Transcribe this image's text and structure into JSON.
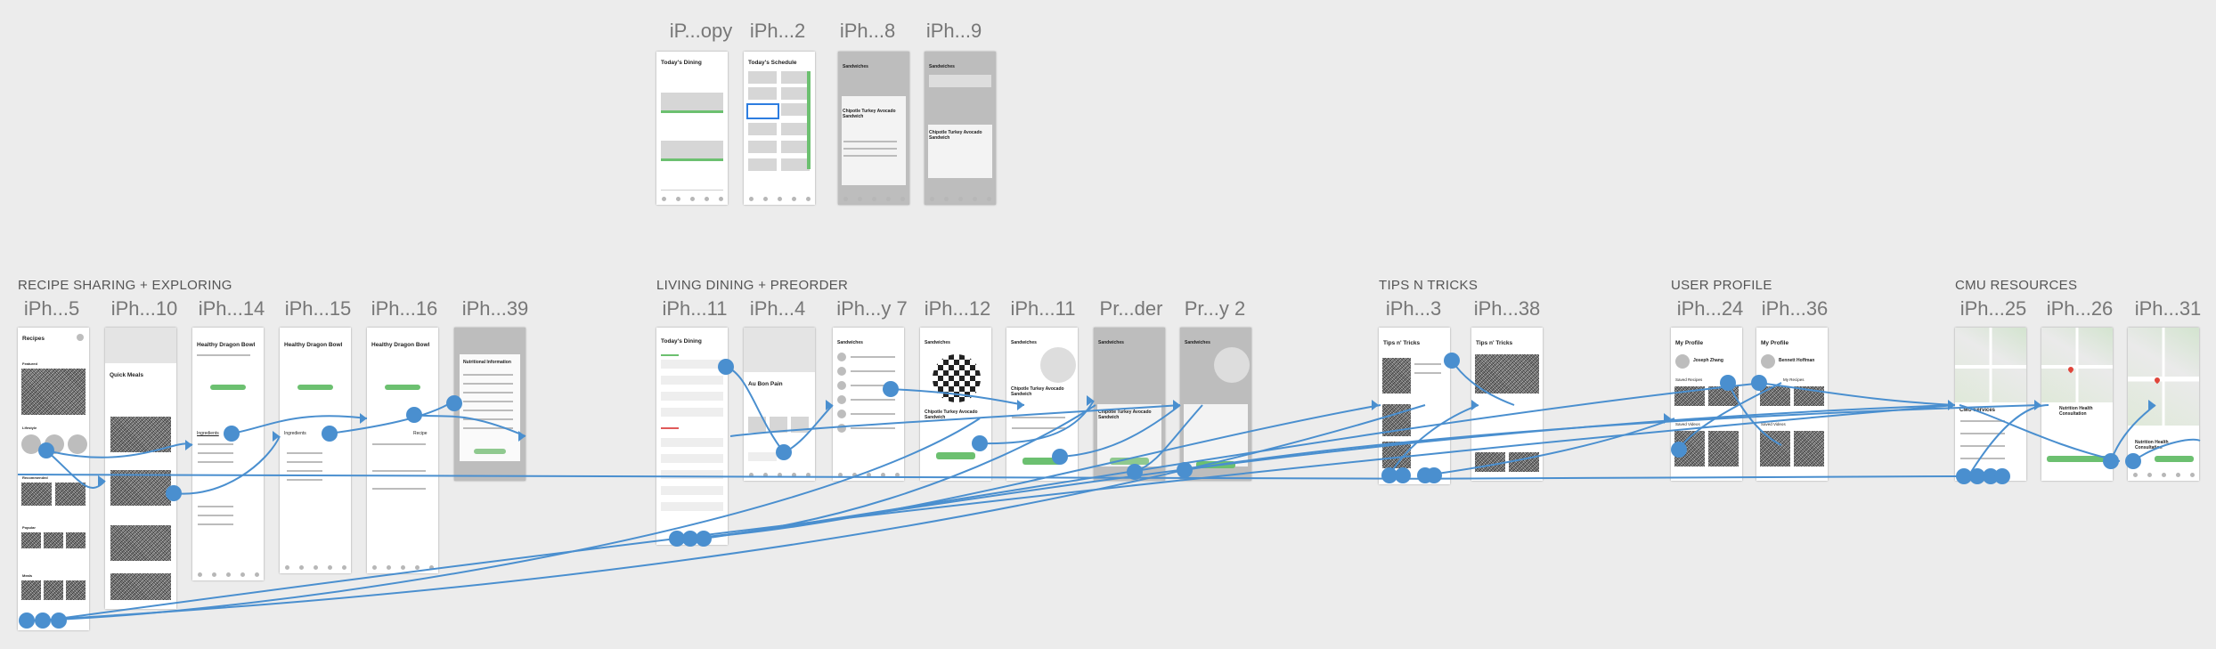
{
  "sections": {
    "recipe": "RECIPE SHARING + EXPLORING",
    "living": "LIVING DINING + PREORDER",
    "tips": "TIPS N TRICKS",
    "profile": "USER PROFILE",
    "cmu": "CMU RESOURCES"
  },
  "top_frames": [
    "iP...opy",
    "iPh...2",
    "iPh...8",
    "iPh...9"
  ],
  "recipe_frames": [
    "iPh...5",
    "iPh...10",
    "iPh...14",
    "iPh...15",
    "iPh...16",
    "iPh...39"
  ],
  "living_frames": [
    "iPh...11",
    "iPh...4",
    "iPh...y 7",
    "iPh...12",
    "iPh...11",
    "Pr...der",
    "Pr...y 2"
  ],
  "tips_frames": [
    "iPh...3",
    "iPh...38"
  ],
  "profile_frames": [
    "iPh...24",
    "iPh...36"
  ],
  "cmu_frames": [
    "iPh...25",
    "iPh...26",
    "iPh...31"
  ],
  "screens": {
    "todays_dining": "Today's Dining",
    "todays_schedule": "Today's Schedule",
    "au_bon_pain": "Au Bon Pain",
    "sandwiches": "Sandwiches",
    "chipotle": "Chipotle Turkey Avocado Sandwich",
    "recipes": "Recipes",
    "featured": "Featured",
    "lifestyle": "Lifestyle",
    "recommended": "Recommended",
    "popular": "Popular",
    "meals": "Meals",
    "quick_meals": "Quick Meals",
    "healthy_dragon_bowl": "Healthy Dragon Bowl",
    "ingredients": "Ingredients",
    "recipe_tab": "Recipe",
    "nutritional_information": "Nutritional Information",
    "tips_n_tricks": "Tips n' Tricks",
    "my_profile": "My Profile",
    "joseph_zhang": "Joseph Zhang",
    "bennett_hoffman": "Bennett Hoffman",
    "saved_recipes": "Saved Recipes",
    "my_recipes": "My Recipes",
    "saved_videos": "Saved Videos",
    "cmu_services": "CMU Services",
    "nutrition_health_consultation": "Nutrition Health Consultation"
  },
  "colors": {
    "canvas": "#ececec",
    "wire": "#4a8fcf",
    "accent_green": "#6cc070",
    "highlight_blue": "#2d7de0"
  }
}
